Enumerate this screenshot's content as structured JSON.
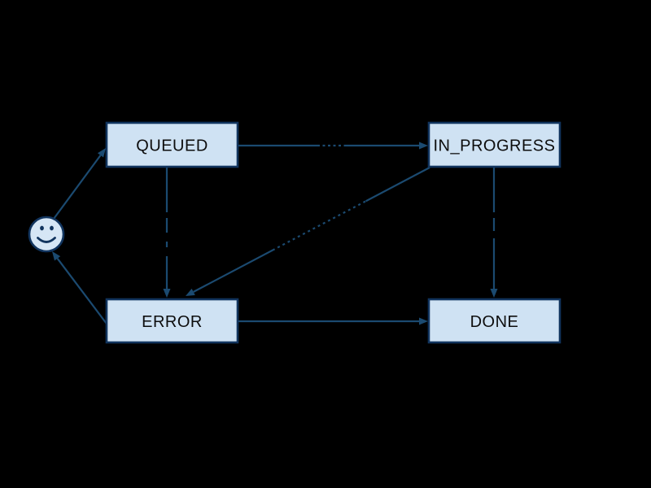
{
  "diagram": {
    "type": "state-machine",
    "background_color": "#000000",
    "node_fill": "#cfe2f3",
    "node_border": "#11345e",
    "edge_color": "#1b4a70",
    "node_text_color": "#0d0d0d",
    "smiley_fill": "#d6e6f5",
    "nodes": {
      "start": {
        "kind": "smiley-face-state",
        "label": ""
      },
      "queued": {
        "label": "QUEUED"
      },
      "in_progress": {
        "label": "IN_PROGRESS"
      },
      "error": {
        "label": "ERROR"
      },
      "done": {
        "label": "DONE"
      }
    },
    "edges": [
      {
        "from": "start",
        "to": "queued"
      },
      {
        "from": "queued",
        "to": "in_progress"
      },
      {
        "from": "queued",
        "to": "error"
      },
      {
        "from": "in_progress",
        "to": "error"
      },
      {
        "from": "in_progress",
        "to": "done"
      },
      {
        "from": "error",
        "to": "done"
      },
      {
        "from": "error",
        "to": "start"
      }
    ]
  }
}
